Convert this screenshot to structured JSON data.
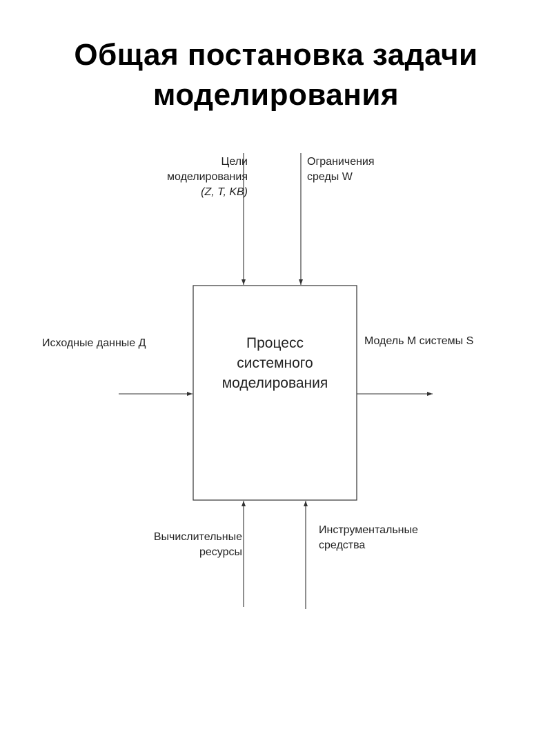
{
  "title": {
    "line1": "Общая постановка задачи",
    "line2": "моделирования"
  },
  "process": {
    "line1": "Процесс",
    "line2": "системного",
    "line3": "моделирования"
  },
  "inputs": {
    "goals": {
      "line1": "Цели",
      "line2": "моделирования",
      "line3": "(Z, T, KB)"
    },
    "constraints": {
      "line1": "Ограничения",
      "line2": "среды W"
    },
    "source_data": {
      "line1": "Исходные данные Д"
    },
    "computing_resources": {
      "line1": "Вычислительные",
      "line2": "ресурсы"
    },
    "tools": {
      "line1": "Инструментальные",
      "line2": "средства"
    }
  },
  "outputs": {
    "model": {
      "line1": "Модель M системы S"
    }
  },
  "colors": {
    "line": "#333333",
    "text": "#222222"
  }
}
